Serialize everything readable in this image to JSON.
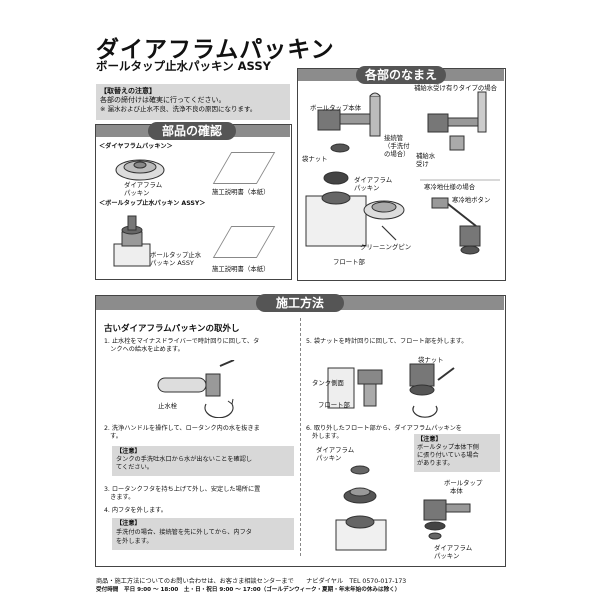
{
  "header": {
    "title": "ダイアフラムパッキン",
    "subtitle": "ボールタップ止水パッキン ASSY"
  },
  "caution_top": {
    "title": "【取替えの注意】",
    "lines": [
      "各部の締付けは確実に行ってください。",
      "※ 漏水および止水不良、洗浄不良の原因になります。"
    ]
  },
  "parts_check": {
    "header": "部品の確認",
    "group1_title": "＜ダイヤフラムパッキン＞",
    "group1_part": [
      "ダイアフラム",
      "パッキン"
    ],
    "group1_manual": "施工説明書（本紙）",
    "group2_title": "＜ボールタップ止水パッキン ASSY＞",
    "group2_part": [
      "ボールタップ止水",
      "パッキン ASSY"
    ],
    "group2_manual": "施工説明書（本紙）"
  },
  "part_names": {
    "header": "各部のなまえ",
    "labels": {
      "ballcock_body": "ボールタップ本体",
      "connector_pipe": [
        "接続管",
        "（手洗付",
        "の場合）"
      ],
      "bag_nut": "袋ナット",
      "diaphragm": [
        "ダイアフラム",
        "パッキン"
      ],
      "cleaning_pin": "クリーニングピン",
      "float": "フロート部",
      "refill_type": "補給水受け有りタイプの場合",
      "refill_cup": [
        "補給水",
        "受け"
      ],
      "cold_region": "寒冷地仕様の場合",
      "cold_button": "寒冷地ボタン"
    }
  },
  "procedure": {
    "header": "施工方法",
    "section_title": "古いダイアフラムパッキンの取外し",
    "step1": [
      "1. 止水栓をマイナスドライバーで時計回りに回して、タ",
      "　ンクへの給水を止めます。"
    ],
    "step1_label": "止水栓",
    "step2": [
      "2. 洗浄ハンドルを操作して、ロータンク内の水を抜きま",
      "　す。"
    ],
    "note2_title": "【注意】",
    "note2": [
      "タンクの手洗吐水口から水が出ないことを確認し",
      "てください。"
    ],
    "step3": [
      "3. ロータンクフタを持ち上げて外し、安定した場所に置",
      "　きます。"
    ],
    "step4": [
      "4. 内フタを外します。"
    ],
    "note4_title": "【注意】",
    "note4": [
      "手洗付の場合、接続管を先に外してから、内フタ",
      "を外します。"
    ],
    "step5": [
      "5. 袋ナットを時計回りに回して、フロート部を外します。"
    ],
    "step5_labels": {
      "bag_nut": "袋ナット",
      "tank_wall": "タンク側面",
      "float": "フロート部"
    },
    "step6": [
      "6. 取り外したフロート部から、ダイアフラムパッキンを",
      "　外します。"
    ],
    "step6_label": [
      "ダイアフラム",
      "パッキン"
    ],
    "note6_title": "【注意】",
    "note6": [
      "ボールタップ本体下側",
      "に張り付いている場合",
      "があります。"
    ],
    "note6_labels": {
      "body": [
        "ボールタップ",
        "本体"
      ],
      "diaphragm": [
        "ダイアフラム",
        "パッキン"
      ]
    }
  },
  "footer": {
    "line1": "商品・施工方法についてのお問い合わせは、お客さま相談センターまで　　ナビダイヤル　TEL 0570-017-173",
    "line2": "受付時間　平日 9:00 ～ 18:00　土・日・祝日 9:00 ～ 17:00（ゴールデンウィーク・夏期・年末年始の休みは除く）"
  },
  "colors": {
    "header_gray": "#8c8c8c",
    "note_gray": "#d8d8d8",
    "pill": "#555555"
  }
}
